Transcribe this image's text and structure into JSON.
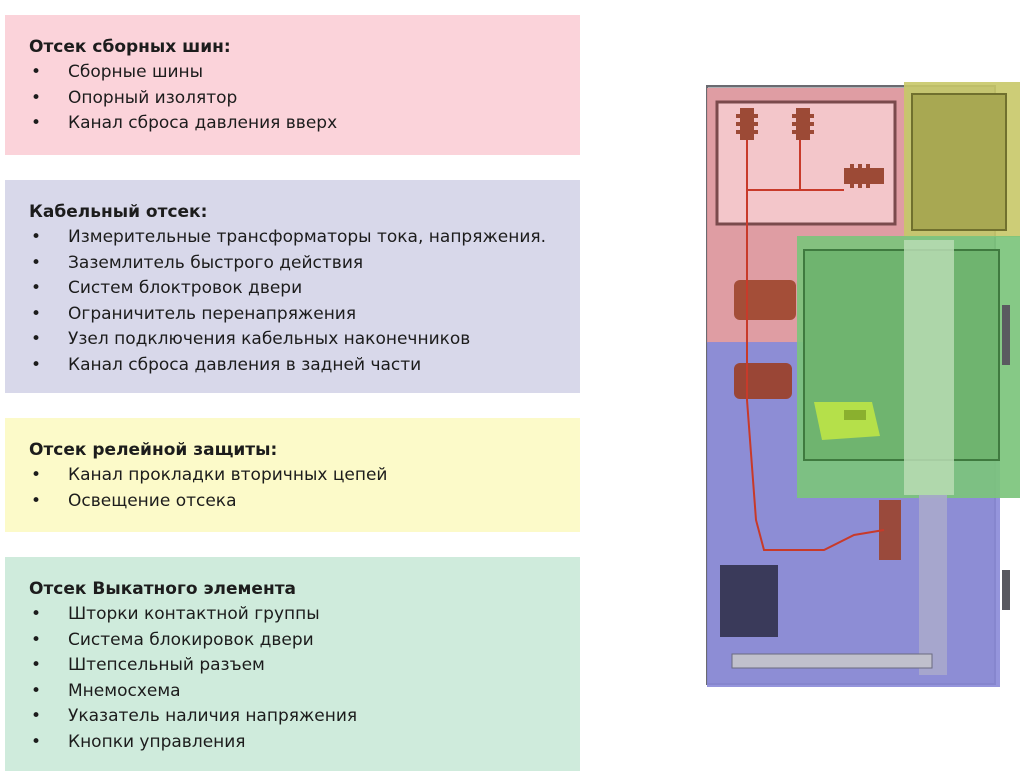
{
  "panels": [
    {
      "title": "Отсек сборных шин:",
      "items": [
        "Сборные шины",
        "Опорный изолятор",
        "Канал сброса давления вверх"
      ],
      "color": "#fbd3da"
    },
    {
      "title": "Кабельный отсек:",
      "items": [
        "Измерительные трансформаторы тока, напряжения.",
        "Заземлитель быстрого действия",
        "Систем блоктровок двери",
        "Ограничитель перенапряжения",
        "Узел подключения кабельных наконечников",
        "Канал сброса давления в задней части"
      ],
      "color": "#d8d8ea"
    },
    {
      "title": "Отсек релейной защиты:",
      "items": [
        "Канал прокладки вторичных цепей",
        "Освещение отсека"
      ],
      "color": "#fcfac9"
    },
    {
      "title": "Отсек Выкатного элемента",
      "items": [
        "Шторки контактной группы",
        "Система блокировок двери",
        "Штепсельный разъем",
        "Мнемосхема",
        "Указатель наличия напряжения",
        "Кнопки управления"
      ],
      "color": "#cfebdc"
    }
  ],
  "figure": {
    "zone_colors": {
      "busbar": "#e89aa0",
      "cable": "#8a8ad8",
      "relay": "#c8c868",
      "withdrawable": "#7cc47c"
    }
  }
}
